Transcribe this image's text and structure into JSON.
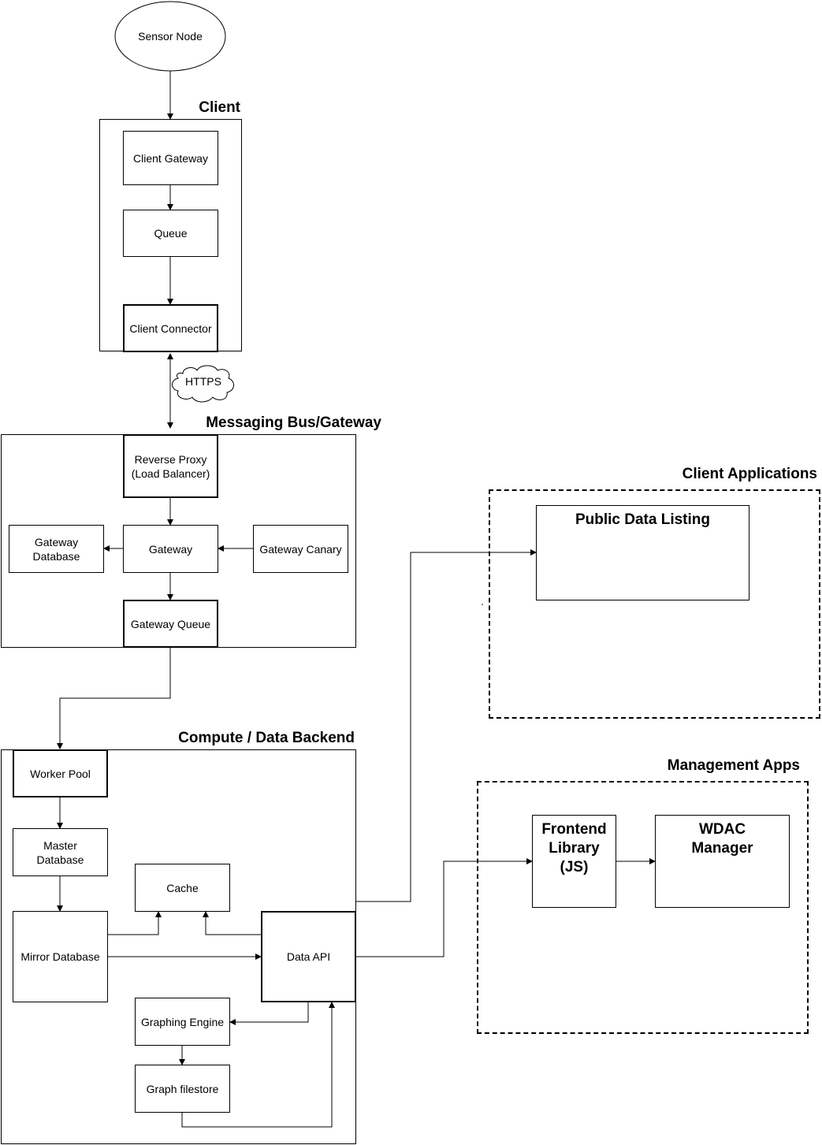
{
  "groups": {
    "client": "Client",
    "messaging": "Messaging Bus/Gateway",
    "backend": "Compute / Data Backend",
    "client_apps": "Client Applications",
    "management": "Management Apps"
  },
  "nodes": {
    "sensor_node": "Sensor Node",
    "client_gateway": "Client Gateway",
    "queue": "Queue",
    "client_connector": "Client Connector",
    "https": "HTTPS",
    "reverse_proxy_1": "Reverse Proxy",
    "reverse_proxy_2": "(Load Balancer)",
    "gateway_database_1": "Gateway",
    "gateway_database_2": "Database",
    "gateway": "Gateway",
    "gateway_canary": "Gateway Canary",
    "gateway_queue": "Gateway Queue",
    "worker_pool": "Worker Pool",
    "master_database_1": "Master",
    "master_database_2": "Database",
    "cache": "Cache",
    "mirror_database": "Mirror Database",
    "data_api": "Data API",
    "graphing_engine": "Graphing Engine",
    "graph_filestore": "Graph filestore",
    "public_data_listing": "Public Data Listing",
    "frontend_library_1": "Frontend",
    "frontend_library_2": "Library",
    "frontend_library_3": "(JS)",
    "wdac_manager_1": "WDAC",
    "wdac_manager_2": "Manager"
  }
}
